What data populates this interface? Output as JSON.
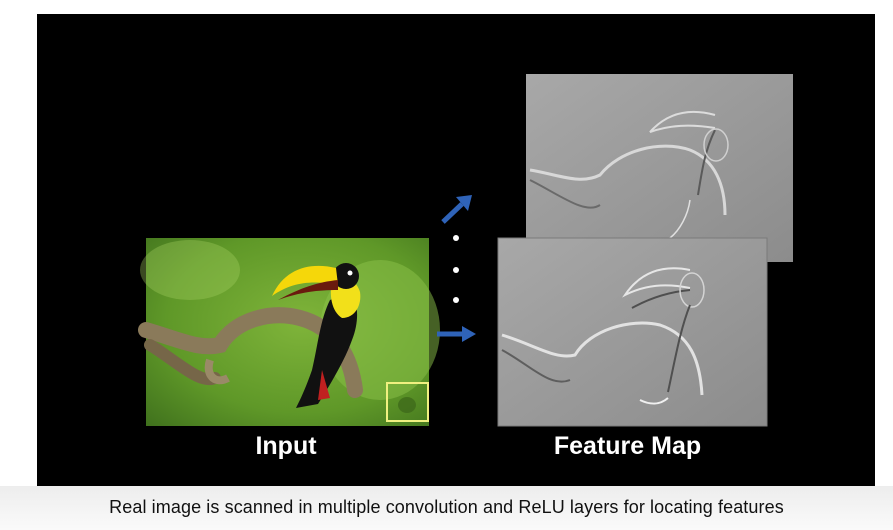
{
  "labels": {
    "input": "Input",
    "feature_map": "Feature Map"
  },
  "caption": "Real image is scanned in multiple convolution and ReLU layers for locating features",
  "colors": {
    "background": "#000000",
    "arrow": "#2f63b8",
    "highlight_box": "#f0f080",
    "feature_map_gray": "#9a9a9a"
  },
  "icons": {
    "arrow": "arrow-right-icon",
    "ellipsis": "vertical-dots"
  }
}
